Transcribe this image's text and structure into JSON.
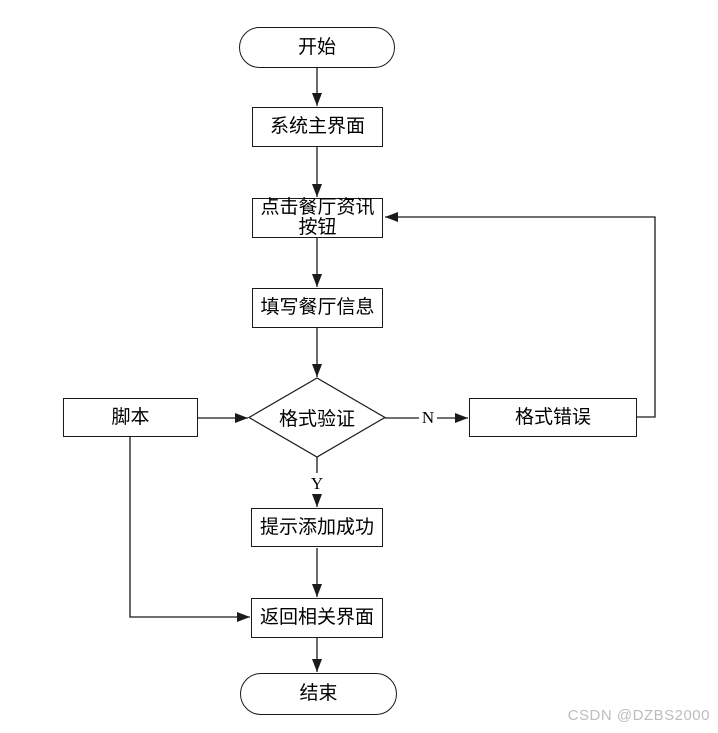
{
  "diagram": {
    "nodes": {
      "start": "开始",
      "main_ui": "系统主界面",
      "click_restaurant_info": "点击餐厅资讯\n按钮",
      "fill_restaurant_info": "填写餐厅信息",
      "format_validation": "格式验证",
      "script": "脚本",
      "format_error": "格式错误",
      "add_success": "提示添加成功",
      "return_ui": "返回相关界面",
      "end": "结束"
    },
    "branch_labels": {
      "no": "N",
      "yes": "Y"
    },
    "colors": {
      "stroke": "#1a1a1a",
      "node_fill": "#ffffff",
      "text": "#000000",
      "watermark": "#bdbdbd"
    }
  },
  "watermark": "CSDN @DZBS2000"
}
